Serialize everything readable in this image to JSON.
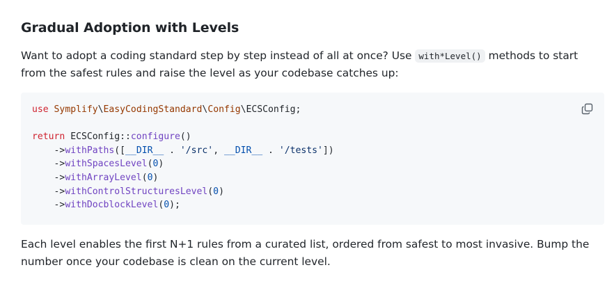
{
  "section": {
    "heading": "Gradual Adoption with Levels",
    "intro_before": "Want to adopt a coding standard step by step instead of all at once? Use ",
    "intro_code": "with*Level()",
    "intro_after": " methods to start from the safest rules and raise the level as your codebase catches up:",
    "outro": "Each level enables the first N+1 rules from a curated list, ordered from safest to most invasive. Bump the number once your codebase is clean on the current level."
  },
  "code": {
    "line1": {
      "kw": "use",
      "sp": " ",
      "ns": "Symplify",
      "sep1": "\\",
      "ns2": "EasyCodingStandard",
      "sep2": "\\",
      "ns3": "Config",
      "sep3": "\\",
      "cls": "ECSConfig;"
    },
    "line3": {
      "kw": "return",
      "cls": " ECSConfig::",
      "fn": "configure",
      "rest": "()"
    },
    "line4": {
      "arrow": "    ->",
      "fn": "withPaths",
      "open": "([",
      "c1": "__DIR__",
      "dot1": " . ",
      "s1": "'/src'",
      "comma": ", ",
      "c2": "__DIR__",
      "dot2": " . ",
      "s2": "'/tests'",
      "close": "])"
    },
    "line5": {
      "arrow": "    ->",
      "fn": "withSpacesLevel",
      "open": "(",
      "num": "0",
      "close": ")"
    },
    "line6": {
      "arrow": "    ->",
      "fn": "withArrayLevel",
      "open": "(",
      "num": "0",
      "close": ")"
    },
    "line7": {
      "arrow": "    ->",
      "fn": "withControlStructuresLevel",
      "open": "(",
      "num": "0",
      "close": ")"
    },
    "line8": {
      "arrow": "    ->",
      "fn": "withDocblockLevel",
      "open": "(",
      "num": "0",
      "close": ");"
    }
  },
  "icons": {
    "copy": "copy-icon"
  },
  "colors": {
    "keyword": "#cf222e",
    "namespace": "#953800",
    "function": "#6f42c1",
    "string": "#0a3069",
    "constant": "#0550ae",
    "code_background": "#f6f8fa"
  }
}
